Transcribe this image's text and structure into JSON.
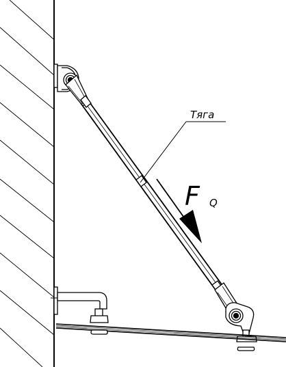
{
  "labels": {
    "rod": "Тяга",
    "force_symbol": "F",
    "force_subscript": "Q"
  },
  "colors": {
    "line": "#000000",
    "background": "#ffffff"
  },
  "icons": {
    "force_arrow": "arrow-down-right-icon"
  }
}
